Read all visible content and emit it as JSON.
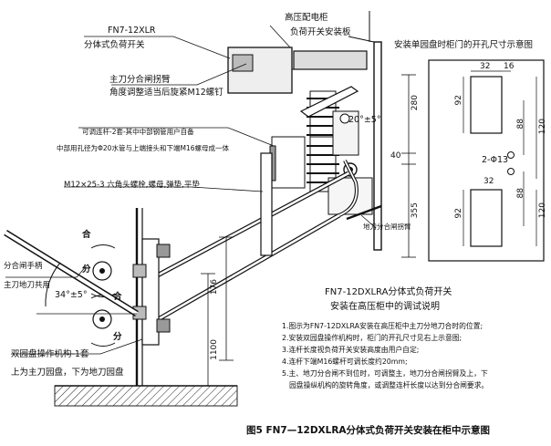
{
  "labels": {
    "panel_top": "高压配电柜",
    "panel_sub": "负荷开关安装板",
    "model_xlr": "FN7-12XLR",
    "model_xlr_desc": "分体式负荷开关",
    "main_arm": "主刀分合闸拐臂",
    "main_arm_desc": "角度调整适当后旋紧M12螺钉",
    "rod_line1": "可调连杆-2套-其中中部钢管用户自备",
    "rod_line2": "中部用孔径为Φ20水管与上端接头和下端M16螺母成一体",
    "bolt": "M12×25-3 六角头螺栓,螺母,弹垫,平垫",
    "earth_arm": "地刀分合闸拐臂",
    "handle_line1": "分合闸手柄",
    "handle_line2": "主刀地刀共用",
    "angle_main": "34°±5°",
    "angle_top": "20°±5°",
    "he1": "合",
    "fen1": "分",
    "he2": "合",
    "fen2": "分",
    "mech": "双园盘操作机构-1套",
    "mech_desc": "上为主刀园盘，下为地刀园盘",
    "door_title": "安装单园盘时柜门的开孔尺寸示意图",
    "hole_label": "2-Φ13"
  },
  "dims": {
    "d280": "280",
    "d40": "40",
    "d355": "355",
    "d176": "176",
    "d1100": "1100",
    "w32a": "32",
    "w16": "16",
    "h92a": "92",
    "h120a": "120",
    "h88a": "88",
    "w32b": "32",
    "h92b": "92",
    "h120b": "120",
    "h88b": "88"
  },
  "center_title": {
    "line1": "FN7-12DXLRA分体式负荷开关",
    "line2": "安装在高压柜中的调试说明"
  },
  "notes": [
    "1.图示为FN7-12DXLRA安装在高压柜中主刀分地刀合时的位置;",
    "2.安装双园盘操作机构时，柜门的开孔尺寸见右上示意图;",
    "3.连杆长度视负荷开关安装高度由用户自定;",
    "4.连杆下端M16螺杆可调长度约20mm;",
    "5.主、地刀分合闸不到位时，可调整主，地刀分合闸拐臂及上，下",
    "园盘操纵机构的旋转角度，或调整连杆长度以达到分合闸要求。"
  ],
  "figure_caption": "图5  FN7—12DXLRA分体式负荷开关安装在柜中示意图"
}
